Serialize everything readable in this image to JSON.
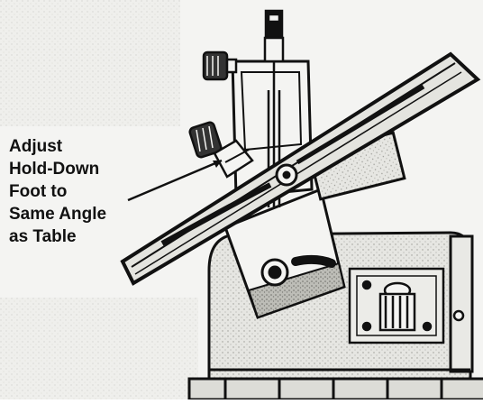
{
  "diagram": {
    "callout_lines": [
      "Adjust",
      "Hold-Down",
      "Foot to",
      "Same Angle",
      "as Table"
    ],
    "colors": {
      "ink": "#111111",
      "paper": "#f4f4f2",
      "shade": "#c9c9c4"
    }
  }
}
